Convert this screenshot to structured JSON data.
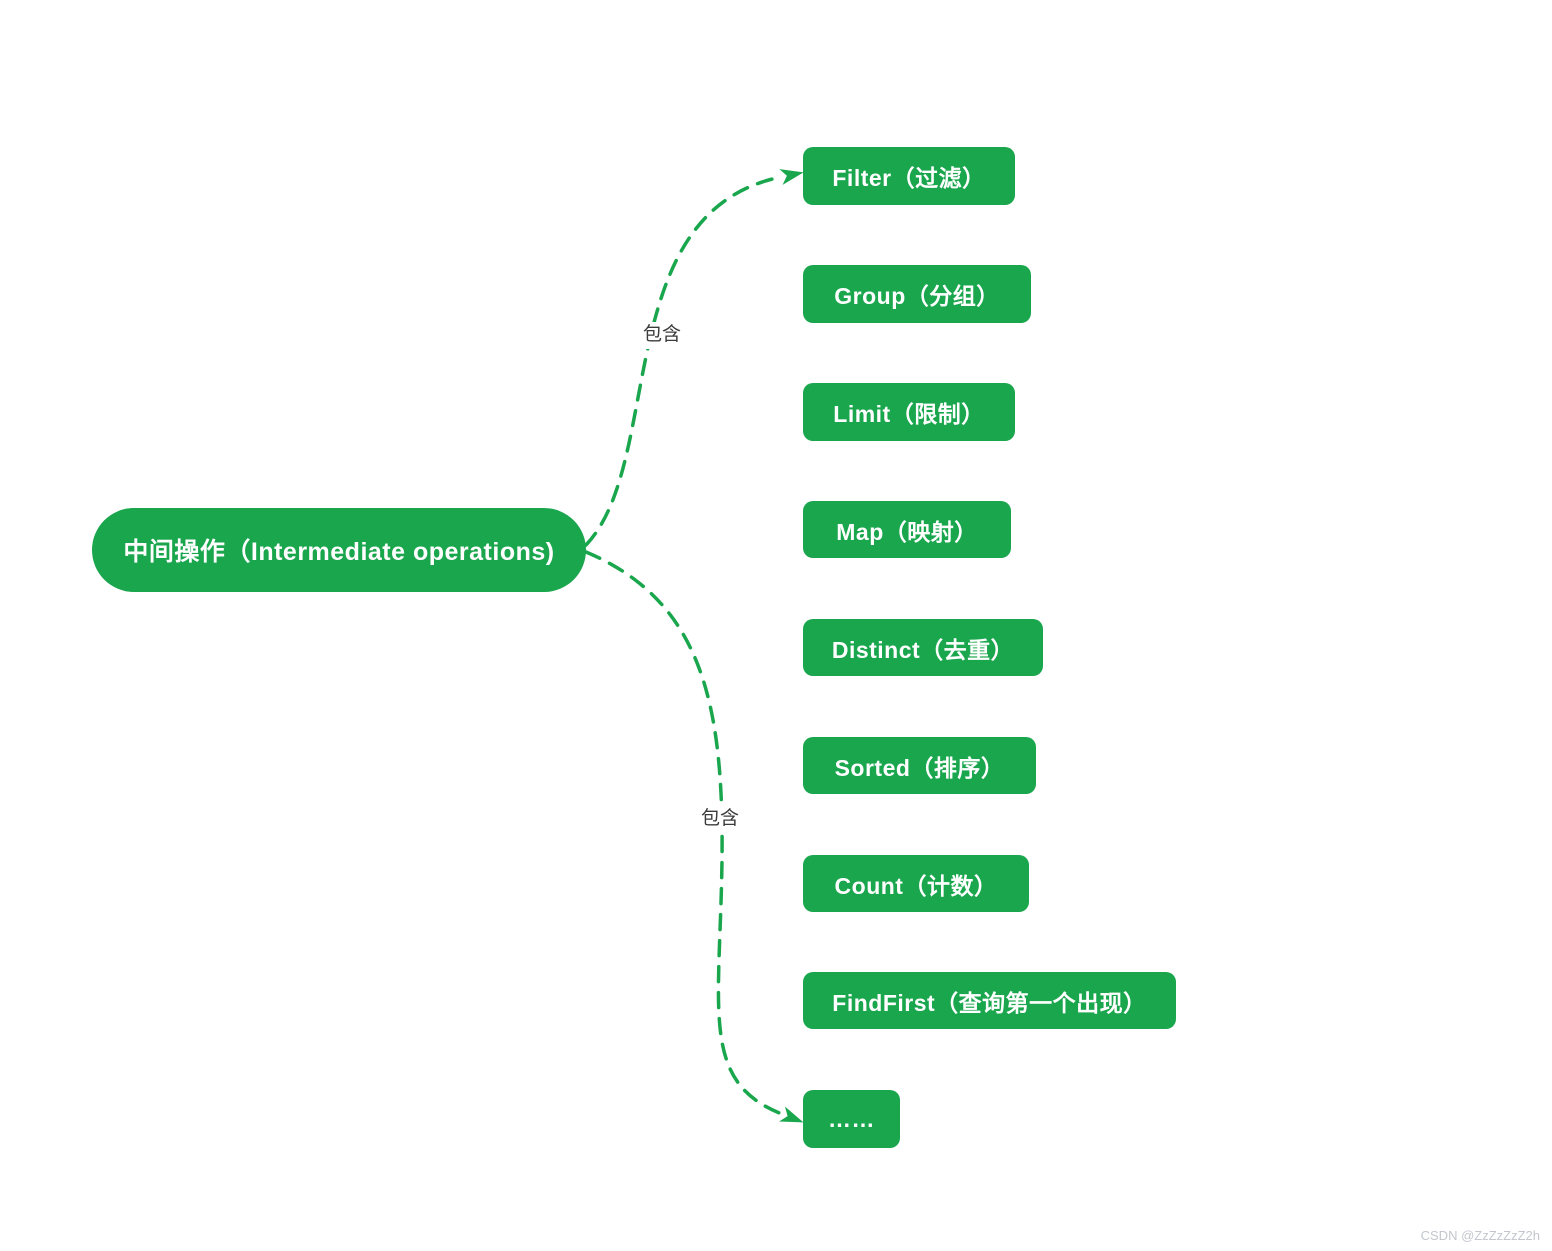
{
  "colors": {
    "node_green": "#19a64d",
    "edge_green": "#19a64d",
    "edge_label_text": "#3b3b3b",
    "watermark_text": "#c3c7cd",
    "background": "#ffffff"
  },
  "root": {
    "label": "中间操作（Intermediate operations)"
  },
  "children": [
    {
      "label": "Filter（过滤）"
    },
    {
      "label": "Group（分组）"
    },
    {
      "label": "Limit（限制）"
    },
    {
      "label": "Map（映射）"
    },
    {
      "label": "Distinct（去重）"
    },
    {
      "label": "Sorted（排序）"
    },
    {
      "label": "Count（计数）"
    },
    {
      "label": "FindFirst（查询第一个出现）"
    },
    {
      "label": "……"
    }
  ],
  "edges": [
    {
      "label": "包含",
      "from": "中间操作（Intermediate operations)",
      "to": "Filter（过滤）"
    },
    {
      "label": "包含",
      "from": "中间操作（Intermediate operations)",
      "to": "……"
    }
  ],
  "watermark": "CSDN @ZzZzZzZ2h"
}
